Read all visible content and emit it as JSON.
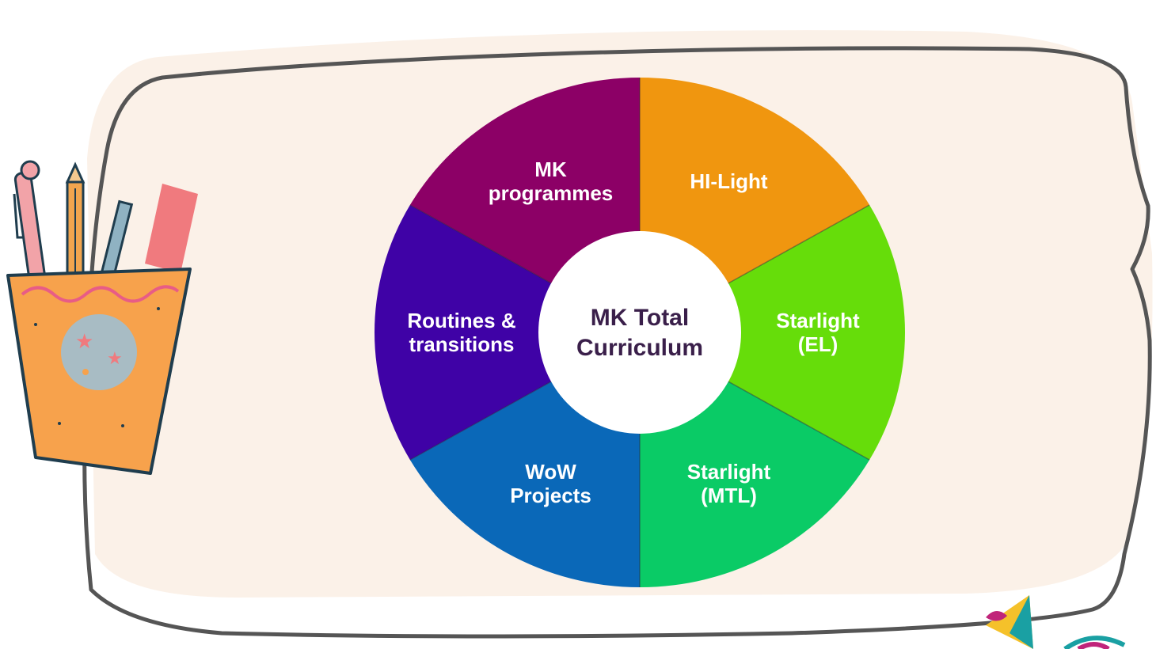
{
  "diagram": {
    "center": {
      "lines": [
        "MK Total",
        "Curriculum"
      ]
    },
    "segments": [
      {
        "id": "hi-light",
        "lines": [
          "HI-Light"
        ],
        "color": "#f0960f"
      },
      {
        "id": "starlight-el",
        "lines": [
          "Starlight",
          "(EL)"
        ],
        "color": "#66dd0a"
      },
      {
        "id": "starlight-mtl",
        "lines": [
          "Starlight",
          "(MTL)"
        ],
        "color": "#0acb66"
      },
      {
        "id": "wow-projects",
        "lines": [
          "WoW",
          "Projects"
        ],
        "color": "#0a68b8"
      },
      {
        "id": "routines-transitions",
        "lines": [
          "Routines &",
          "transitions"
        ],
        "color": "#3f02a6"
      },
      {
        "id": "mk-programmes",
        "lines": [
          "MK",
          "programmes"
        ],
        "color": "#8c0066"
      }
    ]
  },
  "colors": {
    "board_fill": "#fbf1e8",
    "board_outline": "#555555",
    "center_fill": "#ffffff",
    "center_text": "#3a1f4a"
  },
  "decorations": {
    "left": "pencil-cup-illustration",
    "bottom_right": "paper-plane-illustration"
  }
}
